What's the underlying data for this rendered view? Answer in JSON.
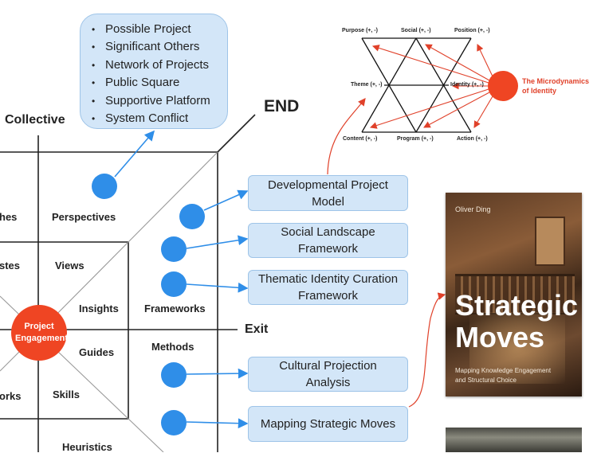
{
  "colors": {
    "accent_blue": "#2f8ee8",
    "accent_red": "#ef4523",
    "box_fill": "#d3e6f8",
    "grid_line": "#222222",
    "diag_line": "#9a9a9a"
  },
  "axis": {
    "collective": "Collective",
    "end": "END",
    "exit": "Exit"
  },
  "bubble": {
    "items": [
      "Possible Project",
      "Significant Others",
      "Network of Projects",
      "Public Square",
      "Supportive Platform",
      "System Conflict"
    ]
  },
  "grid": {
    "core": "Project Engagement",
    "labels": {
      "approaches_partial": "hes",
      "perspectives": "Perspectives",
      "tastes_partial": "stes",
      "views": "Views",
      "insights": "Insights",
      "frameworks": "Frameworks",
      "methods": "Methods",
      "guides": "Guides",
      "works_partial": "orks",
      "skills": "Skills",
      "heuristics": "Heuristics"
    }
  },
  "boxes": [
    {
      "label": "Developmental Project Model"
    },
    {
      "label": "Social Landscape Framework"
    },
    {
      "label": "Thematic Identity Curation Framework"
    },
    {
      "label": "Cultural Projection Analysis"
    },
    {
      "label": "Mapping Strategic Moves"
    }
  ],
  "micro": {
    "title": "The Microdynamics of Identity",
    "top": [
      "Purpose (+, -)",
      "Social (+, -)",
      "Position (+, -)"
    ],
    "middle": [
      "Theme (+, -)",
      "Identity (+, -)"
    ],
    "bottom": [
      "Content (+, -)",
      "Program (+, -)",
      "Action (+, -)"
    ]
  },
  "book": {
    "author": "Oliver Ding",
    "title_line1": "Strategic",
    "title_line2": "Moves",
    "subtitle_line1": "Mapping  Knowledge Engagement",
    "subtitle_line2": "and Structural Choice"
  }
}
